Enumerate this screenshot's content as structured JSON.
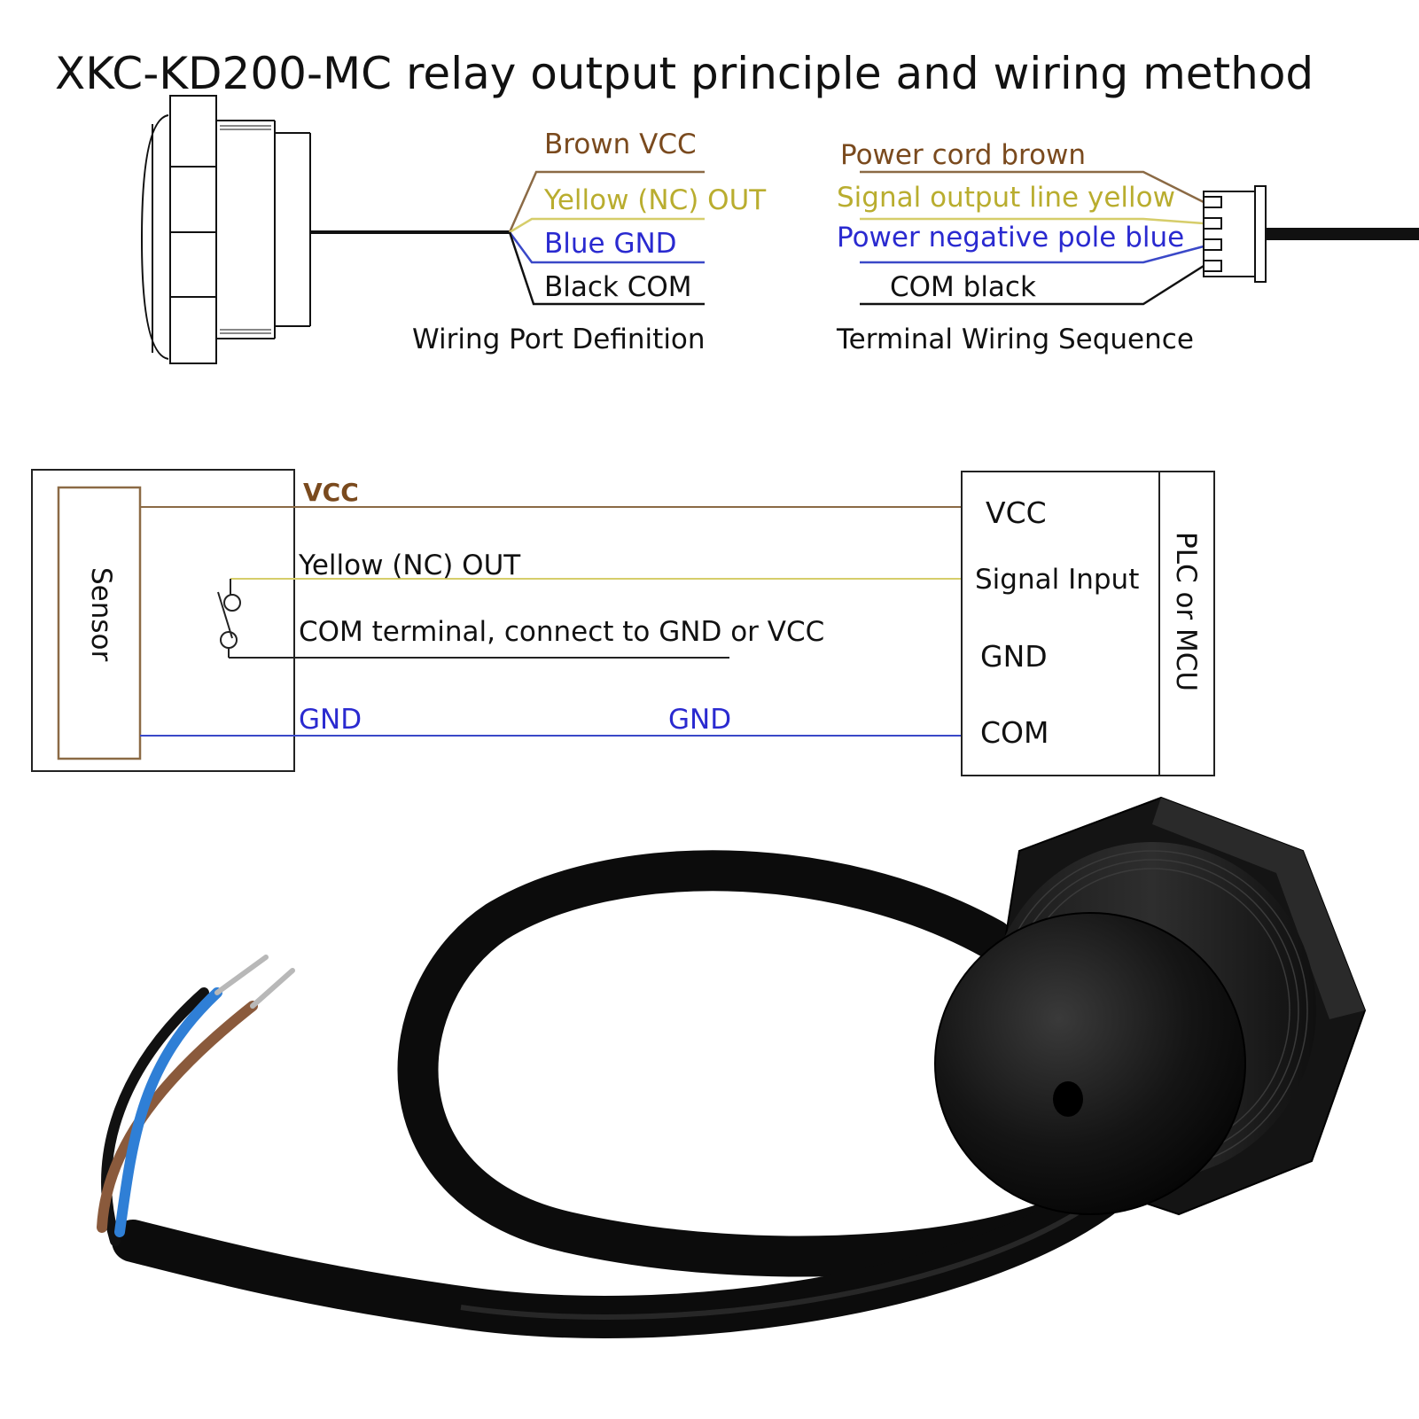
{
  "title": "XKC-KD200-MC relay output principle and wiring method",
  "colors": {
    "brown": "#7a4a1e",
    "yellow": "#b9ad2f",
    "blue": "#2a2ad0",
    "black": "#111111",
    "line_brown": "#8b6a45",
    "line_yellow": "#d6cd6a",
    "line_blue": "#3a48c8"
  },
  "port_definition": {
    "wires": [
      {
        "label": "Brown VCC",
        "color": "brown"
      },
      {
        "label": "Yellow (NC) OUT",
        "color": "yellow"
      },
      {
        "label": "Blue GND",
        "color": "blue"
      },
      {
        "label": "Black COM",
        "color": "black"
      }
    ],
    "caption": "Wiring Port Definition"
  },
  "terminal_sequence": {
    "wires": [
      {
        "label": "Power cord brown",
        "color": "brown"
      },
      {
        "label": "Signal output line yellow",
        "color": "yellow"
      },
      {
        "label": "Power negative pole blue",
        "color": "blue"
      },
      {
        "label": "COM black",
        "color": "black"
      }
    ],
    "caption": "Terminal Wiring Sequence"
  },
  "schematic": {
    "sensor_label": "Sensor",
    "vcc_label": "VCC",
    "out_label": "Yellow (NC) OUT",
    "com_label": "COM terminal, connect to GND or VCC",
    "gnd_label_left": "GND",
    "gnd_label_mid": "GND",
    "plc": {
      "pins": [
        "VCC",
        "Signal Input",
        "GND",
        "COM"
      ],
      "side_label": "PLC or MCU"
    }
  },
  "photo": {
    "subject": "sensor-with-cable",
    "wire_colors": [
      "#2f7fd6",
      "#8a5a3c",
      "#111111"
    ]
  }
}
